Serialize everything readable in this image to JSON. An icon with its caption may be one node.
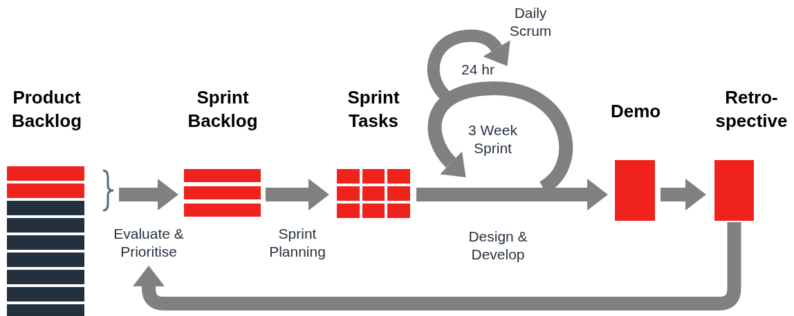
{
  "diagram": {
    "nodes": [
      {
        "text": [
          "Product Backlog"
        ]
      },
      {
        "text": [
          "Sprint Backlog"
        ]
      },
      {
        "text": [
          "Sprint Tasks"
        ]
      },
      {
        "text": [
          "Demo"
        ]
      },
      {
        "text": [
          "Retro-spective"
        ]
      }
    ],
    "edges": [
      {
        "from": 0,
        "to": 1,
        "arrow": "to",
        "label": "Evaluate & Prioritise"
      },
      {
        "from": 1,
        "to": 2,
        "arrow": "to",
        "label": "Sprint Planning"
      },
      {
        "from": 2,
        "to": 3,
        "arrow": "to",
        "label": "Design & Develop"
      },
      {
        "from": 3,
        "to": 4,
        "arrow": "to"
      },
      {
        "from": 4,
        "to": 0,
        "arrow": "to"
      }
    ],
    "labels": [
      "Daily Scrum",
      "24 hr",
      "3 Week Sprint"
    ]
  }
}
